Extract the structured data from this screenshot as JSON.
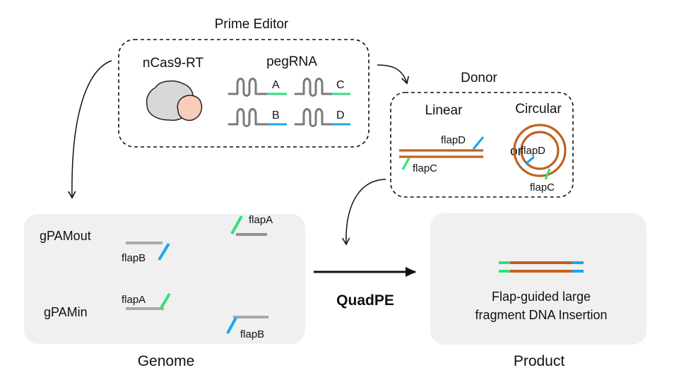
{
  "prime_editor": {
    "title": "Prime Editor",
    "ncas9_label": "nCas9-RT",
    "pegrna_label": "pegRNA",
    "pegrnas": [
      "A",
      "B",
      "C",
      "D"
    ]
  },
  "donor": {
    "title": "Donor",
    "linear_label": "Linear",
    "circular_label": "Circular",
    "or_label": "or",
    "linear_flap_d": "flapD",
    "linear_flap_c": "flapC",
    "circular_flap_d": "flapD",
    "circular_flap_c": "flapC"
  },
  "genome": {
    "caption": "Genome",
    "gpamout_label": "gPAMout",
    "gpamout_flap_a": "flapA",
    "gpamout_flap_b": "flapB",
    "gpamin_label": "gPAMin",
    "gpamin_flap_a": "flapA",
    "gpamin_flap_b": "flapB"
  },
  "method": {
    "label": "QuadPE"
  },
  "product": {
    "caption": "Product",
    "line1": "Flap-guided large",
    "line2": "fragment DNA Insertion"
  },
  "colors": {
    "green": "#2ee27a",
    "blue": "#1aa8e8",
    "orange": "#c0611f",
    "dark": "#2b2b2b",
    "panel": "#f0f0f0",
    "protein_gray": "#d8d8d8",
    "protein_peach": "#f5cdb8"
  }
}
